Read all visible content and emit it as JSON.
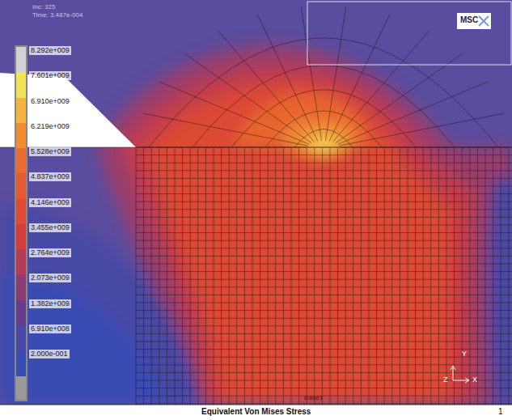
{
  "diagram": {
    "labels": [
      "Inc: 325",
      "Time: 3.487e-004",
      "MSC",
      "lcase1",
      "Y",
      "Z",
      "X",
      "Equivalent Von Mises Stress",
      "1"
    ],
    "legend": [
      {
        "text": "8.292e+009",
        "color": "#d2d2d2"
      },
      {
        "text": "7.601e+009",
        "color": "#f2e25a"
      },
      {
        "text": "6.910e+009",
        "color": "#f4b443"
      },
      {
        "text": "6.219e+009",
        "color": "#f08c34"
      },
      {
        "text": "5.528e+009",
        "color": "#ea6c30"
      },
      {
        "text": "4.837e+009",
        "color": "#e45a32"
      },
      {
        "text": "4.146e+009",
        "color": "#de4c36"
      },
      {
        "text": "3.455e+009",
        "color": "#d23e3c"
      },
      {
        "text": "2.764e+009",
        "color": "#b63c56"
      },
      {
        "text": "2.073e+009",
        "color": "#8c3c74"
      },
      {
        "text": "1.382e+009",
        "color": "#663c8c"
      },
      {
        "text": "6.910e+008",
        "color": "#4a48a6"
      },
      {
        "text": "2.000e-001",
        "color": "#3a4cb4"
      }
    ]
  }
}
